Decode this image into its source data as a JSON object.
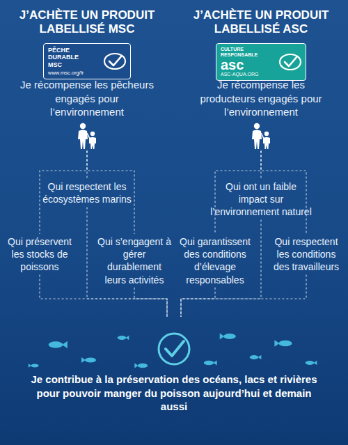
{
  "diagram": {
    "nodes": [
      {
        "text": [
          "J’ACHÈTE UN PRODUIT LABELLISÉ MSC"
        ]
      },
      {
        "text": [
          "PÊCHE DURABLE MSC",
          "www.msc.org/fr"
        ]
      },
      {
        "text": [
          "Je récompense les pêcheurs engagés pour l’environnement"
        ]
      },
      {
        "text": [
          "Qui respectent les écosystèmes marins"
        ]
      },
      {
        "text": [
          "Qui préservent les stocks de poissons"
        ]
      },
      {
        "text": [
          "Qui s’engagent à gérer durablement leurs activités"
        ]
      },
      {
        "text": [
          "J’ACHÈTE UN PRODUIT LABELLISÉ ASC"
        ]
      },
      {
        "text": [
          "CULTURE RESPONSABLE",
          "asc",
          "ASC-AQUA.ORG"
        ]
      },
      {
        "text": [
          "Je récompense les producteurs engagés pour l’environnement"
        ]
      },
      {
        "text": [
          "Qui ont un faible impact sur l’environnement naturel"
        ]
      },
      {
        "text": [
          "Qui garantissent des conditions d’élevage responsables"
        ]
      },
      {
        "text": [
          "Qui respectent les conditions des travailleurs"
        ]
      },
      {
        "text": [
          "Je contribue à la préservation des océans, lacs et rivières pour pouvoir manger du poisson aujourd’hui et demain aussi"
        ]
      }
    ],
    "edges": [
      {
        "from": 2,
        "to": 3,
        "arrow": "none"
      },
      {
        "from": 2,
        "to": 4,
        "arrow": "none"
      },
      {
        "from": 2,
        "to": 5,
        "arrow": "none"
      },
      {
        "from": 3,
        "to": 12,
        "arrow": "none"
      },
      {
        "from": 4,
        "to": 12,
        "arrow": "none"
      },
      {
        "from": 5,
        "to": 12,
        "arrow": "none"
      },
      {
        "from": 8,
        "to": 9,
        "arrow": "none"
      },
      {
        "from": 8,
        "to": 10,
        "arrow": "none"
      },
      {
        "from": 8,
        "to": 11,
        "arrow": "none"
      },
      {
        "from": 9,
        "to": 12,
        "arrow": "none"
      },
      {
        "from": 10,
        "to": 12,
        "arrow": "none"
      },
      {
        "from": 11,
        "to": 12,
        "arrow": "none"
      }
    ]
  }
}
